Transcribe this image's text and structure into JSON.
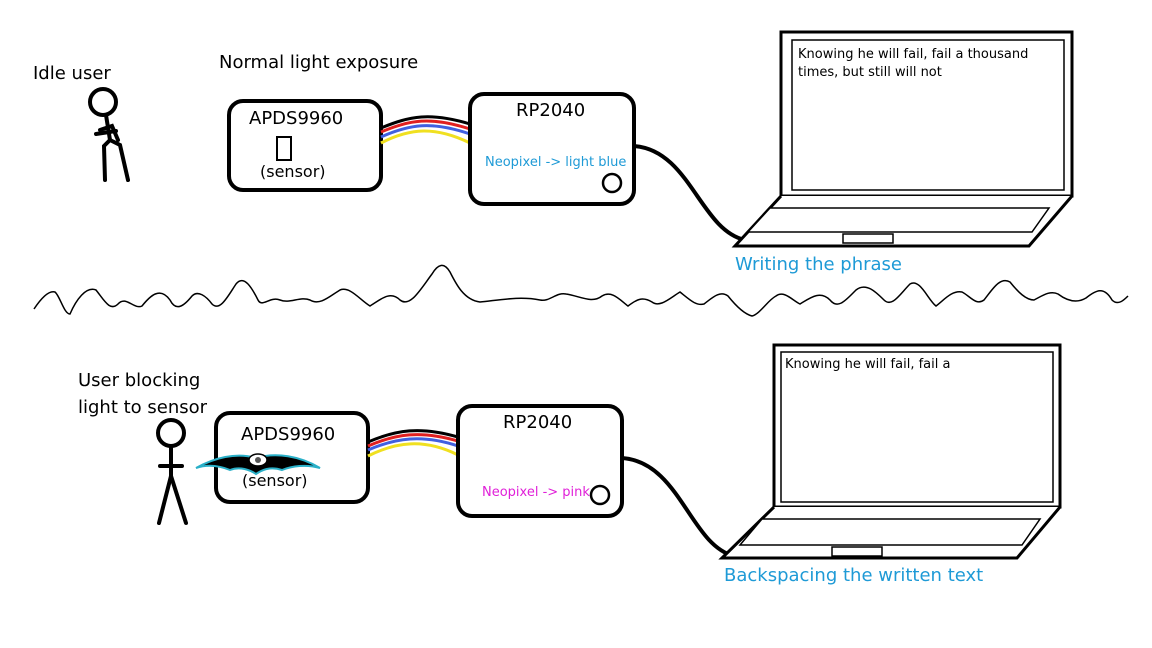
{
  "top": {
    "user_label": "Idle user",
    "condition_label": "Normal light exposure",
    "sensor_name": "APDS9960",
    "sensor_sub": "(sensor)",
    "mcu_name": "RP2040",
    "neopixel_text": "Neopixel -> light blue",
    "screen_text": "Knowing he will fail, fail a thousand times, but still will not",
    "caption": "Writing the phrase"
  },
  "bottom": {
    "user_label_line1": "User blocking",
    "user_label_line2": "light to sensor",
    "sensor_name": "APDS9960",
    "sensor_sub": "(sensor)",
    "mcu_name": "RP2040",
    "neopixel_text": "Neopixel -> pink",
    "screen_text": "Knowing he will fail, fail a",
    "caption": "Backspacing the written text"
  },
  "colors": {
    "caption": "#1e9ad6",
    "neopixel_top": "#1e9ad6",
    "neopixel_bottom": "#e020d8",
    "wire_red": "#e02020",
    "wire_blue": "#4060e0",
    "wire_yellow": "#f0e020",
    "wire_black": "#000000"
  }
}
